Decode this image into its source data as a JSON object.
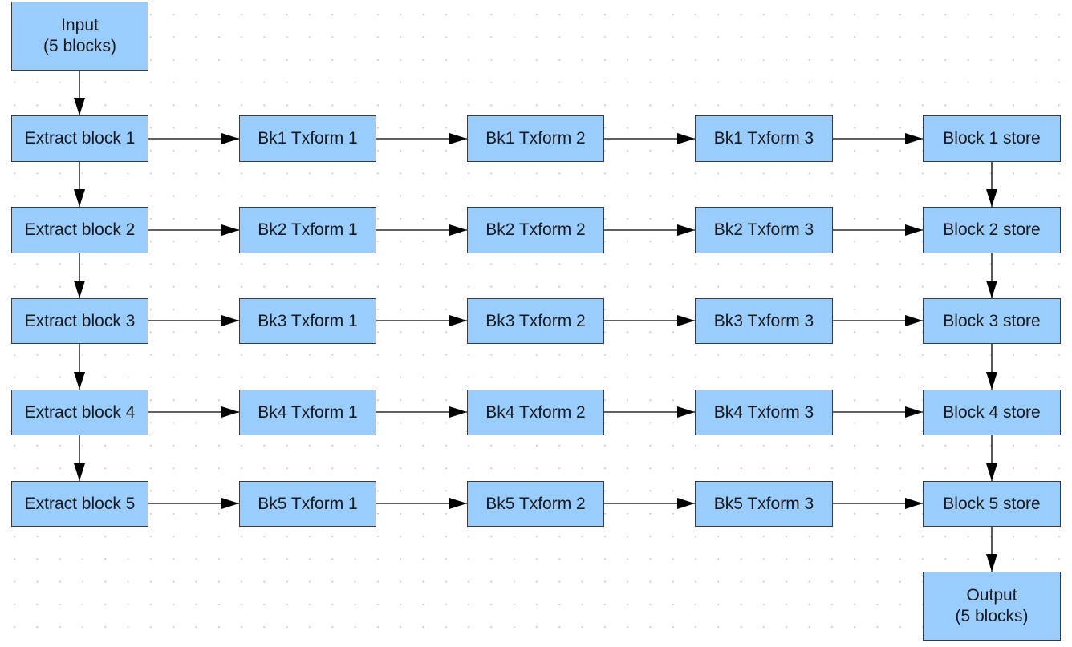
{
  "colors": {
    "node_fill": "#99ccff",
    "node_border": "#3a3a3a",
    "connector": "#000000",
    "text": "#1a1a1a"
  },
  "nodes": {
    "input": "Input\n(5 blocks)",
    "output": "Output\n(5 blocks)",
    "rows": [
      {
        "extract": "Extract block 1",
        "t1": "Bk1 Txform 1",
        "t2": "Bk1 Txform 2",
        "t3": "Bk1 Txform 3",
        "store": "Block 1 store"
      },
      {
        "extract": "Extract block 2",
        "t1": "Bk2 Txform 1",
        "t2": "Bk2 Txform 2",
        "t3": "Bk2 Txform 3",
        "store": "Block 2 store"
      },
      {
        "extract": "Extract block 3",
        "t1": "Bk3 Txform 1",
        "t2": "Bk3 Txform 2",
        "t3": "Bk3 Txform 3",
        "store": "Block 3 store"
      },
      {
        "extract": "Extract block 4",
        "t1": "Bk4 Txform 1",
        "t2": "Bk4 Txform 2",
        "t3": "Bk4 Txform 3",
        "store": "Block 4 store"
      },
      {
        "extract": "Extract block 5",
        "t1": "Bk5 Txform 1",
        "t2": "Bk5 Txform 2",
        "t3": "Bk5 Txform 3",
        "store": "Block 5 store"
      }
    ]
  }
}
